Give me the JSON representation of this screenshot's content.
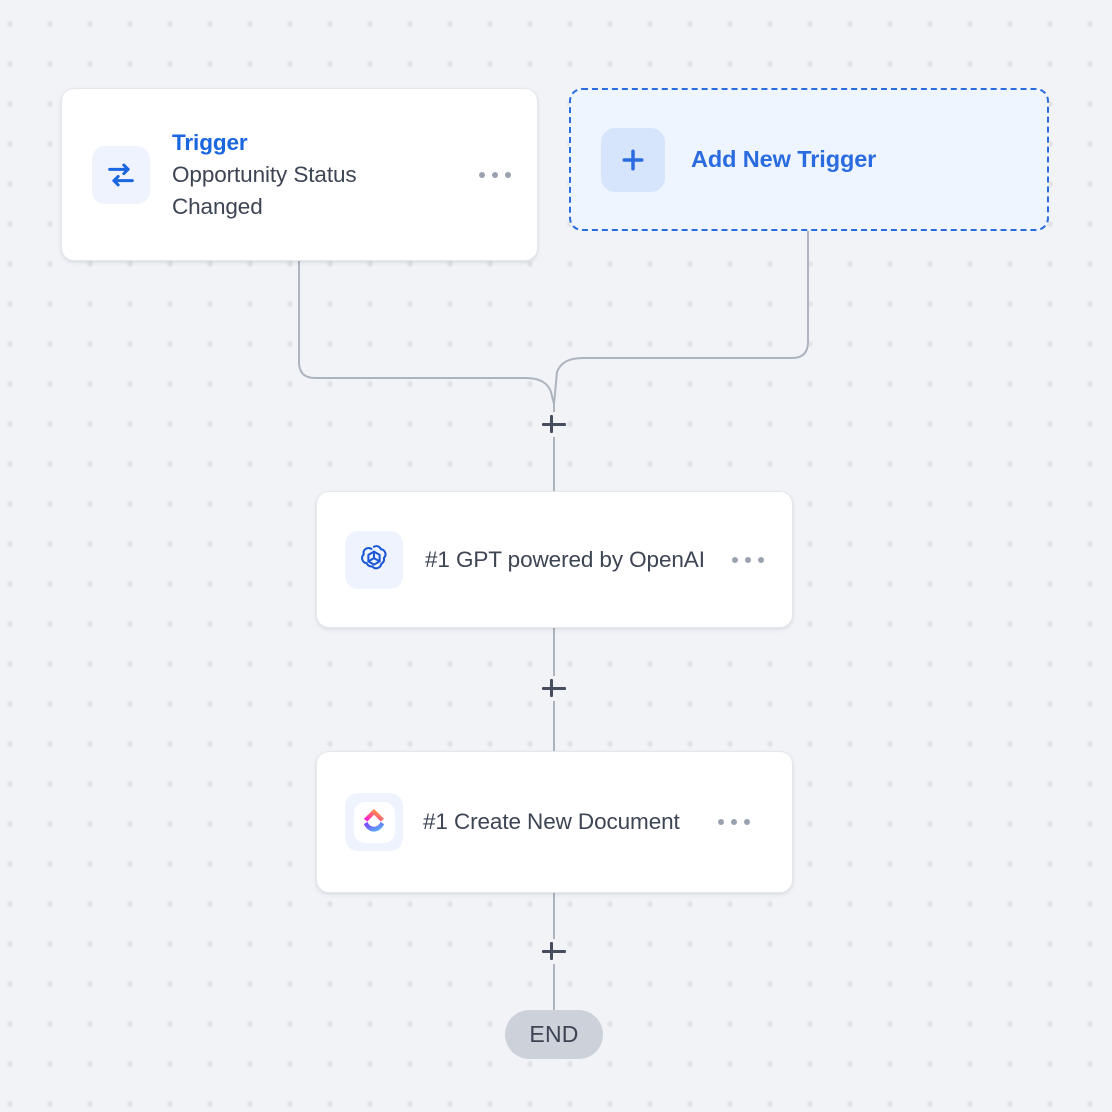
{
  "canvas": {
    "background_color": "#f1f3f7",
    "dot_color": "#e2e4e8",
    "wire_color": "#aeb4bf"
  },
  "nodes": {
    "trigger": {
      "icon": "swap-arrows-icon",
      "eyebrow": "Trigger",
      "title": "Opportunity Status Changed",
      "menu": "node-menu",
      "accent": "#1a66e0"
    },
    "add_trigger": {
      "icon": "plus-icon",
      "label": "Add New Trigger",
      "accent": "#2a6ce0",
      "fill": "#eff5fe"
    },
    "gpt": {
      "icon": "openai-icon",
      "title": "#1 GPT powered by OpenAI",
      "menu": "node-menu",
      "accent": "#1a56d6"
    },
    "clickup": {
      "icon": "clickup-icon",
      "title": "#1 Create New Document",
      "menu": "node-menu"
    },
    "end": {
      "label": "END",
      "fill": "#ccd1da"
    }
  },
  "handles": {
    "add_step_1": "+",
    "add_step_2": "+",
    "add_step_3": "+"
  }
}
